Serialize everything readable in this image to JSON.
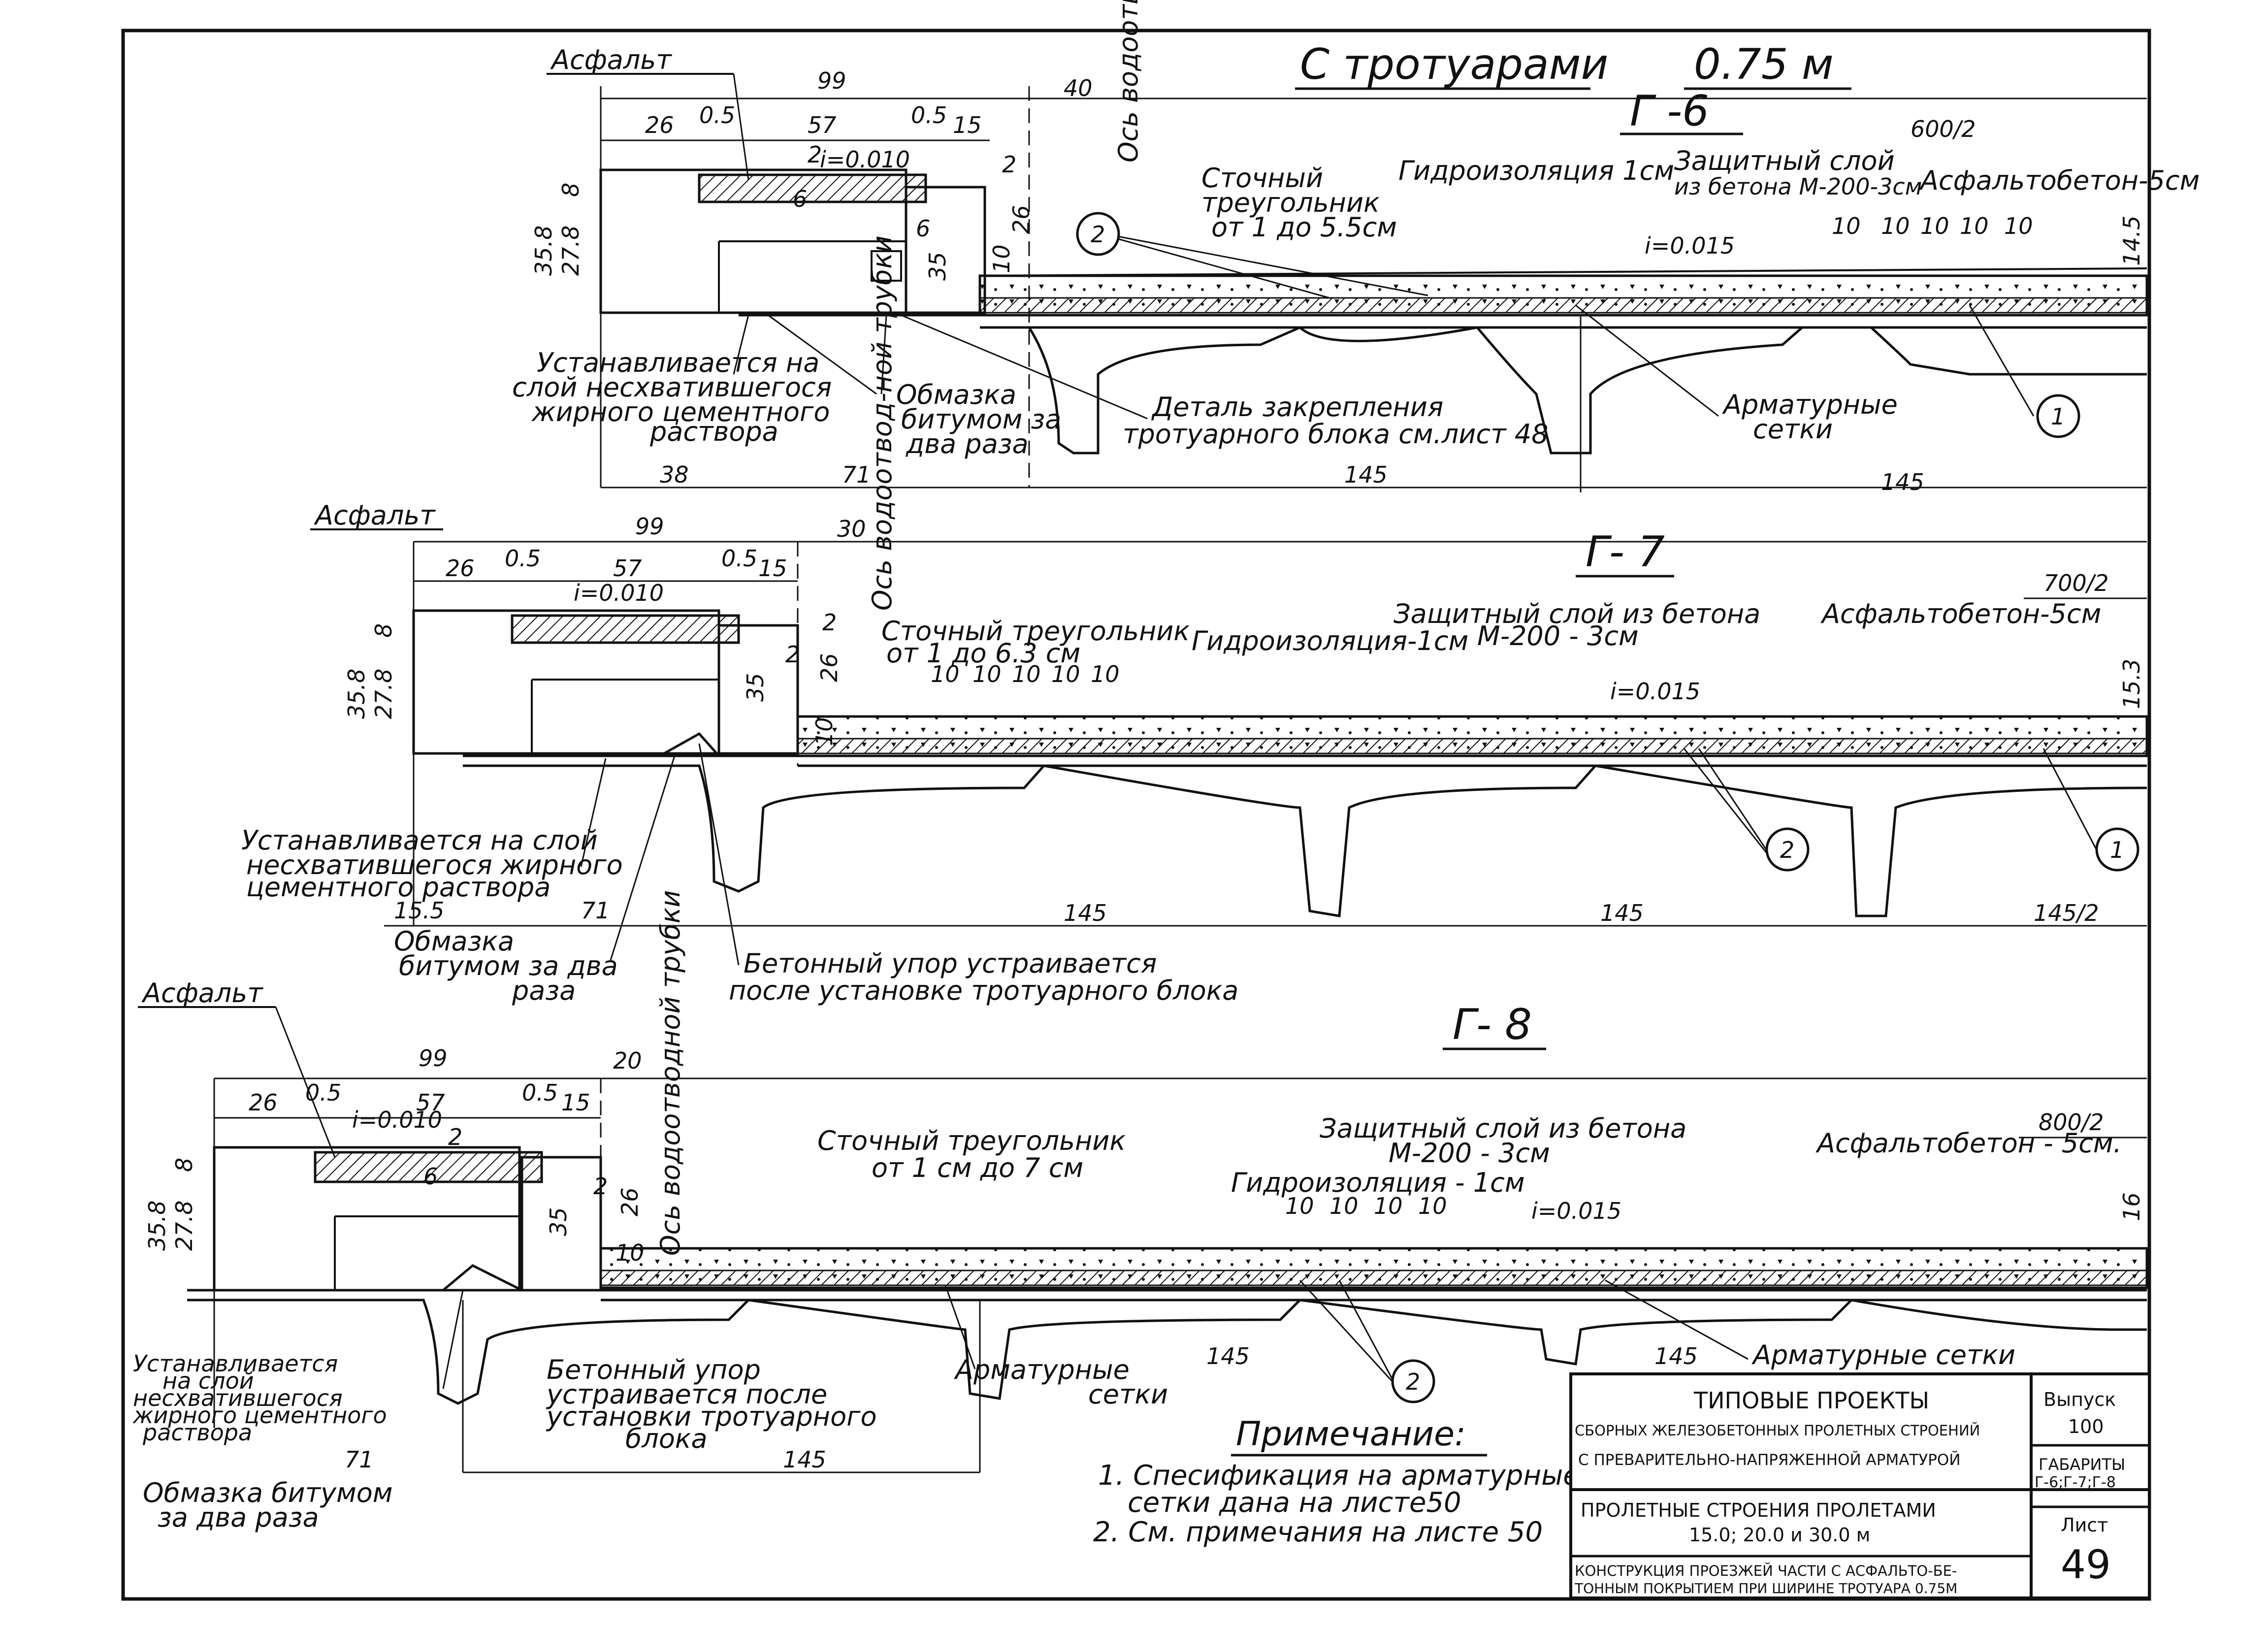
{
  "title": "С тротуарами",
  "title_value": "0.75 м",
  "sections": [
    {
      "name": "Г -6",
      "asphalt": "Асфальт",
      "axis_tube": "Ось водоотводной трубки",
      "dims_top": [
        "99",
        "26",
        "0.5",
        "57",
        "0.5",
        "15",
        "40",
        "600/2"
      ],
      "dims_left": [
        "35.8",
        "27.8",
        "8"
      ],
      "dims_misc": [
        "2",
        "2",
        "6",
        "6",
        "26",
        "35",
        "10"
      ],
      "slope_top": "i=0.010",
      "slope_main": "i=0.015",
      "spacing": [
        "10",
        "10",
        "10",
        "10",
        "10"
      ],
      "thickness": "14.5",
      "dims_bottom": [
        "38",
        "71",
        "145",
        "145"
      ],
      "labels": {
        "drain_triangle": [
          "Сточный",
          "треугольник",
          "от 1 до 5.5см"
        ],
        "waterproof": "Гидроизоляция 1см",
        "protective": [
          "Защитный слой",
          "из бетона М-200-3см"
        ],
        "asphalt_concrete": "Асфальтобетон-5см",
        "installed_on": [
          "Устанавливается на",
          "слой несхватившегося",
          "жирного цементного",
          "раствора"
        ],
        "coating": [
          "Обмазка",
          "битумом за",
          "два раза"
        ],
        "fastening": [
          "Деталь закрепления",
          "тротуарного блока см.лист 48"
        ],
        "meshes": [
          "Арматурные",
          "сетки"
        ]
      },
      "callouts": [
        "2",
        "1"
      ]
    },
    {
      "name": "Г- 7",
      "asphalt": "Асфальт",
      "axis_tube": "Ось водоотвод-ной трубки",
      "dims_top": [
        "99",
        "26",
        "0.5",
        "57",
        "0.5",
        "15",
        "30",
        "700/2"
      ],
      "dims_left": [
        "35.8",
        "27.8",
        "8"
      ],
      "dims_misc": [
        "2",
        "2",
        "26",
        "35",
        "10"
      ],
      "slope_top": "i=0.010",
      "slope_main": "i=0.015",
      "spacing": [
        "10",
        "10",
        "10",
        "10",
        "10"
      ],
      "thickness": "15.3",
      "dims_bottom": [
        "15.5",
        "71",
        "145",
        "145",
        "145/2"
      ],
      "labels": {
        "drain_triangle": [
          "Сточный треугольник",
          "от 1 до 6.3 см"
        ],
        "waterproof": "Гидроизоляция-1см",
        "protective": [
          "Защитный слой из бетона",
          "М-200 - 3см"
        ],
        "asphalt_concrete": "Асфальтобетон-5см",
        "installed_on": [
          "Устанавливается на слой",
          "несхватившегося жирного",
          "цементного раствора"
        ],
        "coating": [
          "Обмазка",
          "битумом за два",
          "раза"
        ],
        "stop": [
          "Бетонный упор устраивается",
          "после установке тротуарного блока"
        ]
      },
      "callouts": [
        "2",
        "1"
      ]
    },
    {
      "name": "Г- 8",
      "asphalt": "Асфальт",
      "axis_tube": "Ось водоотводной трубки",
      "dims_top": [
        "99",
        "26",
        "0.5",
        "57",
        "0.5",
        "15",
        "20",
        "800/2"
      ],
      "dims_left": [
        "35.8",
        "27.8",
        "8"
      ],
      "dims_misc": [
        "2",
        "2",
        "6",
        "26",
        "35",
        "10"
      ],
      "slope_top": "i=0.010",
      "slope_main": "i=0.015",
      "spacing": [
        "10",
        "10",
        "10",
        "10"
      ],
      "thickness": "16",
      "dims_bottom": [
        "71",
        "145",
        "145",
        "145"
      ],
      "labels": {
        "drain_triangle": [
          "Сточный треугольник",
          "от 1 см до 7 см"
        ],
        "waterproof": "Гидроизоляция - 1см",
        "protective": [
          "Защитный слой из бетона",
          "М-200 - 3см"
        ],
        "asphalt_concrete": "Асфальтобетон - 5см.",
        "installed_on": [
          "Устанавливается",
          "на слой",
          "несхватившегося",
          "жирного цементного",
          "раствора"
        ],
        "coating": [
          "Обмазка битумом",
          "за два раза"
        ],
        "stop": [
          "Бетонный упор",
          "устраивается после",
          "установки тротуарного",
          "блока"
        ],
        "meshes": [
          "Арматурные",
          "сетки"
        ],
        "meshes_right": "Арматурные сетки"
      },
      "callouts": [
        "2"
      ]
    }
  ],
  "notes": {
    "heading": "Примечание:",
    "items": [
      "1. Спесификация на арматурные",
      "сетки дана на листе50",
      "2. См. примечания на листе 50"
    ]
  },
  "title_block": {
    "line1": "ТИПОВЫЕ ПРОЕКТЫ",
    "line2": "СБОРНЫХ ЖЕЛЕЗОБЕТОННЫХ ПРОЛЕТНЫХ СТРОЕНИЙ",
    "line3": "С ПРЕВАРИТЕЛЬНО-НАПРЯЖЕННОЙ АРМАТУРОЙ",
    "line4": "ПРОЛЕТНЫЕ СТРОЕНИЯ ПРОЛЕТАМИ",
    "line5": "15.0; 20.0 и 30.0 м",
    "line6": "КОНСТРУКЦИЯ ПРОЕЗЖЕЙ ЧАСТИ С АСФАЛЬТО-БЕ-",
    "line7": "ТОННЫМ ПОКРЫТИЕМ ПРИ ШИРИНЕ ТРОТУАРА 0.75М",
    "issue_label": "Выпуск",
    "issue_value": "100",
    "gabarit_label": "ГАБАРИТЫ",
    "gabarit_value": "Г-6;Г-7;Г-8",
    "sheet_label": "Лист",
    "sheet_value": "49"
  },
  "colors": {
    "ink": "#111111",
    "paper": "#ffffff"
  }
}
